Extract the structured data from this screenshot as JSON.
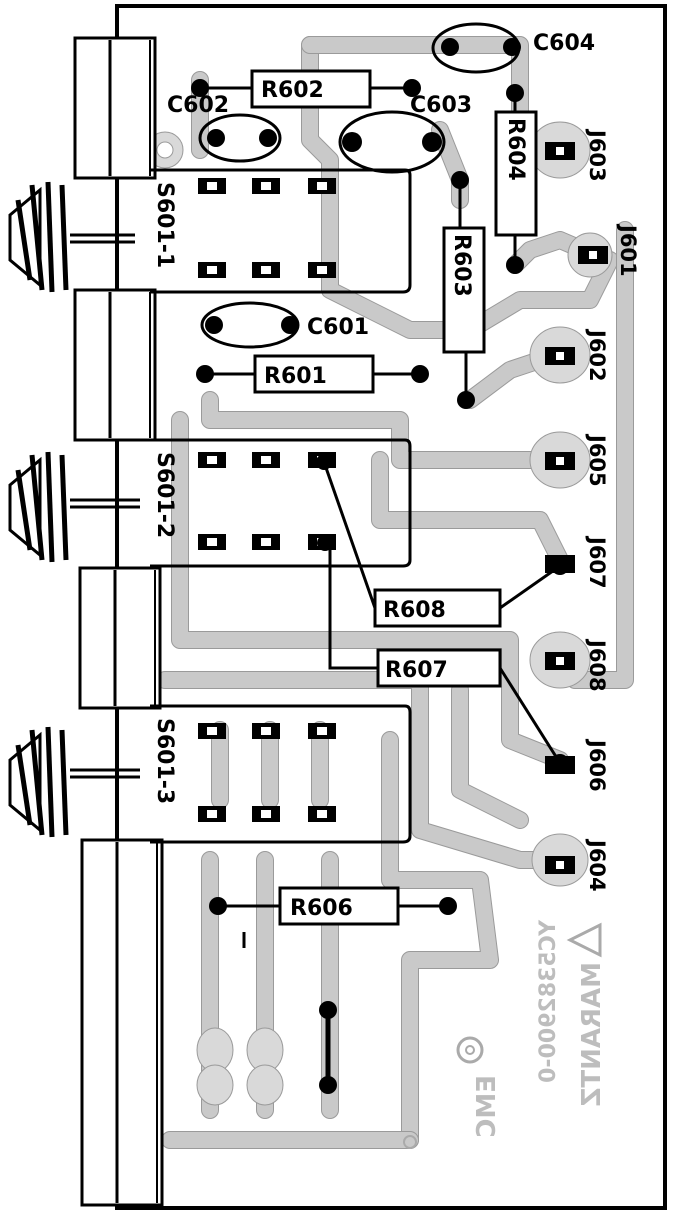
{
  "labels": {
    "c601": "C601",
    "c602": "C602",
    "c603": "C603",
    "c604": "C604",
    "r601": "R601",
    "r602": "R602",
    "r603": "R603",
    "r604": "R604",
    "r606": "R606",
    "r607": "R607",
    "r608": "R608",
    "s601_1": "S601-1",
    "s601_2": "S601-2",
    "s601_3": "S601-3",
    "j601": "J601",
    "j602": "J602",
    "j603": "J603",
    "j604": "J604",
    "j605": "J605",
    "j606": "J606",
    "j607": "J607",
    "j608": "J608"
  },
  "board_markings": {
    "maker": "MARANTZ",
    "part_number": "YC5382900-0",
    "code": "EMC"
  }
}
